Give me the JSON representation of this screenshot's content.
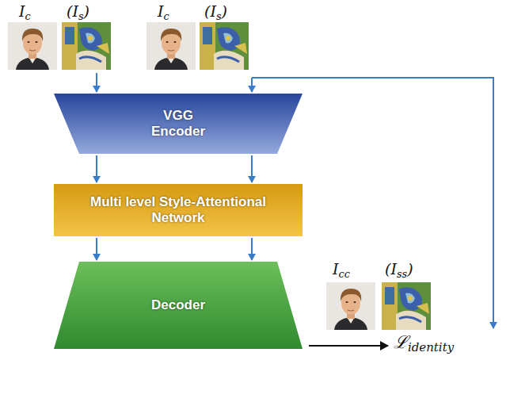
{
  "diagram": {
    "nodes": [
      {
        "text": [
          "VGG Encoder"
        ]
      },
      {
        "text": [
          "Multi level Style-Attentional Network"
        ]
      },
      {
        "text": [
          "Decoder"
        ]
      }
    ],
    "edges": [
      {
        "from": 0,
        "to": 1,
        "arrow": "to"
      },
      {
        "from": 0,
        "to": 1,
        "arrow": "to"
      },
      {
        "from": 1,
        "to": 2,
        "arrow": "to"
      },
      {
        "from": 1,
        "to": 2,
        "arrow": "to"
      }
    ],
    "labels": [
      "Ic",
      "(Is)",
      "Ic",
      "(Is)",
      "Icc",
      "(Iss)",
      "ℒidentity"
    ]
  }
}
